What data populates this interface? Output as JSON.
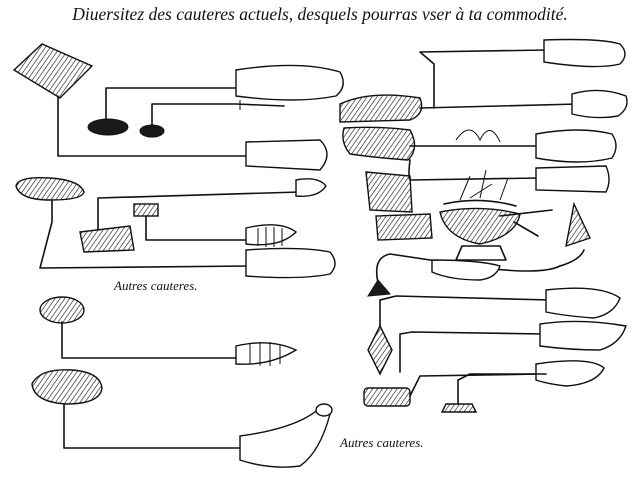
{
  "plate": {
    "title": "Diuersitez des cauteres actuels, desquels pourras vser à ta commodité.",
    "captions": {
      "left": "Autres cauteres.",
      "right": "Autres cauteres."
    }
  }
}
